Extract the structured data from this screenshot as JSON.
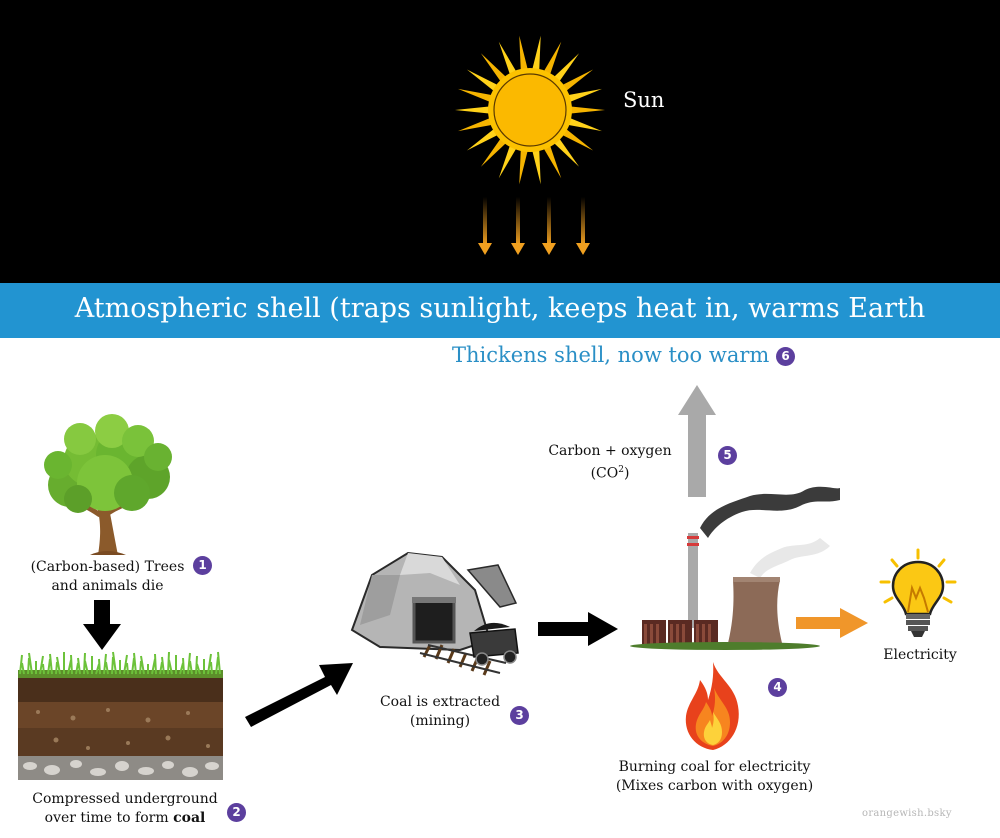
{
  "sun": {
    "label": "Sun"
  },
  "atmosphere": {
    "label": "Atmospheric shell (traps sunlight, keeps heat in, warms Earth"
  },
  "thickens": {
    "label": "Thickens shell, now too warm",
    "step": "6"
  },
  "steps": [
    {
      "number": "1",
      "line1": "(Carbon-based) Trees",
      "line2": "and animals die"
    },
    {
      "number": "2",
      "line1": "Compressed underground",
      "line2_prefix": "over time to form ",
      "line2_bold": "coal"
    },
    {
      "number": "3",
      "line1": "Coal is extracted",
      "line2": "(mining)"
    },
    {
      "number": "4",
      "line1": "Burning coal for electricity",
      "line2": "(Mixes carbon with oxygen)"
    },
    {
      "number": "5",
      "line1": "Carbon + oxygen",
      "line2_base": "(CO",
      "line2_sup": "2",
      "line2_end": ")"
    }
  ],
  "electricity": {
    "label": "Electricity"
  },
  "watermark": "orangewish.bsky",
  "colors": {
    "space": "#000000",
    "band": "#2294d1",
    "badge": "#5c3f9e",
    "sun": "#f9c400",
    "arrow_orange": "#f0962a",
    "thickens_text": "#2a8fc6"
  }
}
